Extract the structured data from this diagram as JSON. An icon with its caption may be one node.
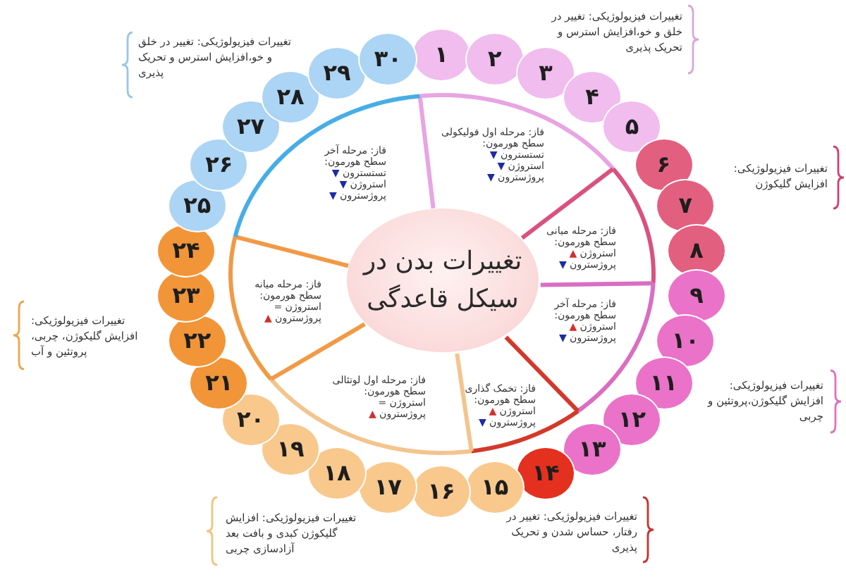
{
  "diagram": {
    "nodes": [
      {
        "text": [
          "تغییرات بدن در سیکل قاعدگی"
        ]
      },
      {
        "text": [
          "۱"
        ]
      },
      {
        "text": [
          "۲"
        ]
      },
      {
        "text": [
          "۳"
        ]
      },
      {
        "text": [
          "۴"
        ]
      },
      {
        "text": [
          "۵"
        ]
      },
      {
        "text": [
          "۶"
        ]
      },
      {
        "text": [
          "۷"
        ]
      },
      {
        "text": [
          "۸"
        ]
      },
      {
        "text": [
          "۹"
        ]
      },
      {
        "text": [
          "۱۰"
        ]
      },
      {
        "text": [
          "۱۱"
        ]
      },
      {
        "text": [
          "۱۲"
        ]
      },
      {
        "text": [
          "۱۳"
        ]
      },
      {
        "text": [
          "۱۴"
        ]
      },
      {
        "text": [
          "۱۵"
        ]
      },
      {
        "text": [
          "۱۶"
        ]
      },
      {
        "text": [
          "۱۷"
        ]
      },
      {
        "text": [
          "۱۸"
        ]
      },
      {
        "text": [
          "۱۹"
        ]
      },
      {
        "text": [
          "۲۰"
        ]
      },
      {
        "text": [
          "۲۱"
        ]
      },
      {
        "text": [
          "۲۲"
        ]
      },
      {
        "text": [
          "۲۳"
        ]
      },
      {
        "text": [
          "۲۴"
        ]
      },
      {
        "text": [
          "۲۵"
        ]
      },
      {
        "text": [
          "۲۶"
        ]
      },
      {
        "text": [
          "۲۷"
        ]
      },
      {
        "text": [
          "۲۸"
        ]
      },
      {
        "text": [
          "۲۹"
        ]
      },
      {
        "text": [
          "۳۰"
        ]
      },
      {
        "text": [
          "فاز: مرحله اول فولیکولی",
          "سطح هورمون:",
          "تستسترون ▼",
          "استروژن ▼",
          "پروژسترون ▼"
        ]
      },
      {
        "text": [
          "فاز: مرحله میانی",
          "سطح هورمون:",
          "استروژن ▲",
          "پروژسترون ▼"
        ]
      },
      {
        "text": [
          "فاز: مرحله آخر",
          "سطح هورمون:",
          "استروژن ▲",
          "پروژسترون ▼"
        ]
      },
      {
        "text": [
          "فاز: تخمک گذاری",
          "سطح هورمون:",
          "استروژن ▲",
          "پروژسترون ▼"
        ]
      },
      {
        "text": [
          "فاز: مرحله اول لوتئالی",
          "سطح هورمون:",
          "استروژن =",
          "پروژسترون ▲"
        ]
      },
      {
        "text": [
          "فاز: مرحله میانه",
          "سطح هورمون:",
          "استروژن =",
          "پروژسترون ▲"
        ]
      },
      {
        "text": [
          "فاز: مرحله آخر",
          "سطح هورمون:",
          "تستسترون ▼",
          "استروژن ▼",
          "پروژسترون ▼"
        ]
      }
    ],
    "labels": [
      "تغییرات فیزیولوژیکی: تغییر در خلق و خو،افزایش استرس و تحریک پذیری",
      "تغییرات فیزیولوژیکی: تغییر در خلق و خو،افزایش استرس و تحریک پذیری",
      "تغییرات فیزیولوژیکی: افزایش گلیکوژن",
      "تغییرات فیزیولوژیکی: افزایش گلیکوژن، چربی، پروتئین و آب",
      "تغییرات فیزیولوژیکی: افزایش گلیکوژن،پروتئین و چربی",
      "تغییرات فیزیولوژیکی: تغییر در رفتار، حساس شدن و تحریک پذیری",
      "تغییرات فیزیولوژیکی: افزایش گلیکوژن کبدی و بافت بعد آزادسازی چربی"
    ]
  }
}
